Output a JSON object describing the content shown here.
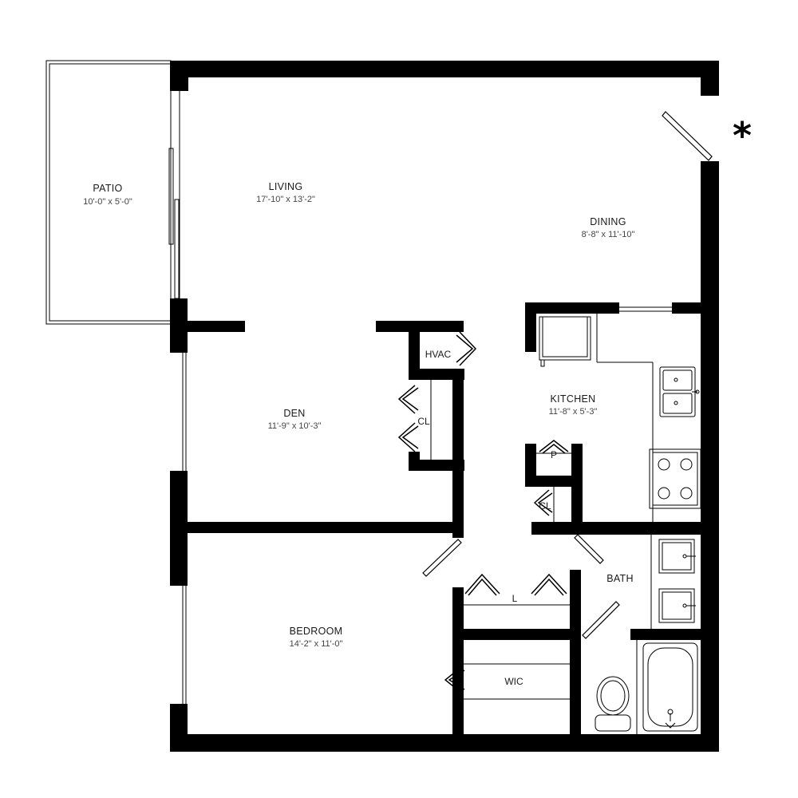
{
  "marker": "*",
  "rooms": {
    "patio": {
      "name": "PATIO",
      "dims": "10'-0\" x 5'-0\""
    },
    "living": {
      "name": "LIVING",
      "dims": "17'-10\" x 13'-2\""
    },
    "dining": {
      "name": "DINING",
      "dims": "8'-8\" x 11'-10\""
    },
    "den": {
      "name": "DEN",
      "dims": "11'-9\" x 10'-3\""
    },
    "kitchen": {
      "name": "KITCHEN",
      "dims": "11'-8\" x 5'-3\""
    },
    "bedroom": {
      "name": "BEDROOM",
      "dims": "14'-2\" x 11'-0\""
    },
    "bath": {
      "name": "BATH"
    }
  },
  "labels": {
    "hvac": "HVAC",
    "den_closet": "CL",
    "pantry": "P",
    "kitchen_closet": "CL",
    "linen": "L",
    "wic": "WIC"
  }
}
